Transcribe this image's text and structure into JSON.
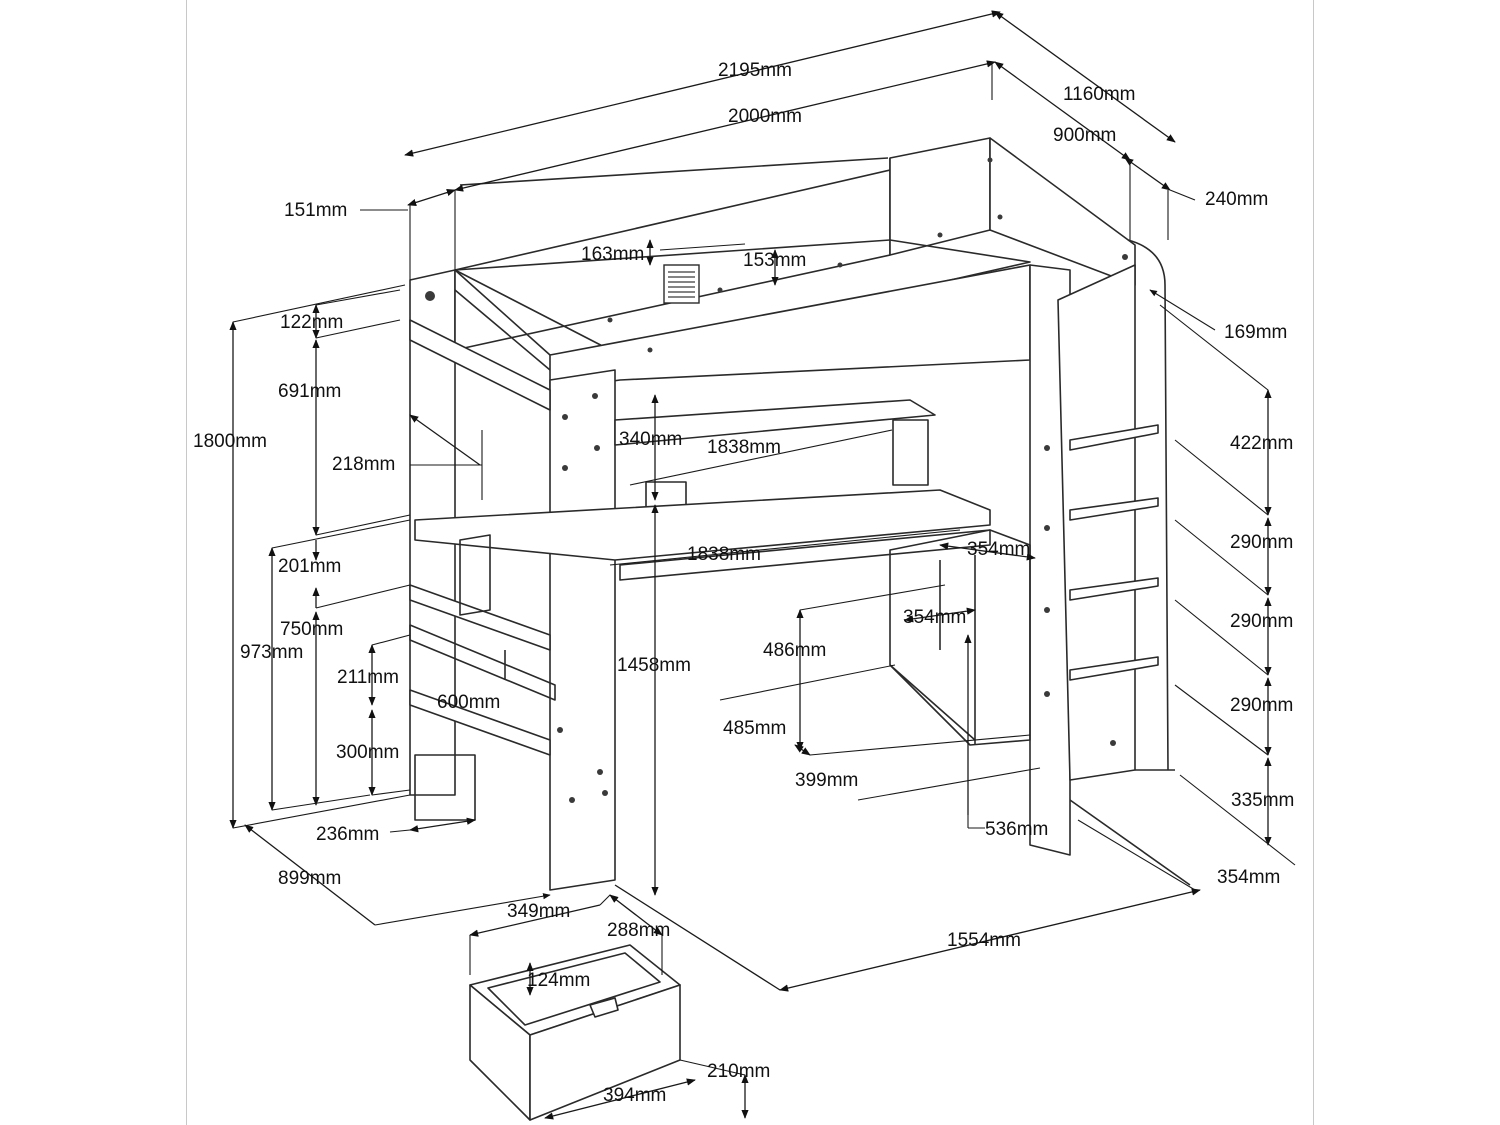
{
  "diagram": {
    "dimensions": {
      "total_length": "2195mm",
      "total_depth": "1160mm",
      "mattress_length": "2000mm",
      "mattress_width": "900mm",
      "ladder_depth": "240mm",
      "post_width": "151mm",
      "guard_gap_a": "163mm",
      "guard_gap_b": "153mm",
      "ladder_top": "169mm",
      "top_rail": "122mm",
      "shelf_gap_top": "691mm",
      "overall_height": "1800mm",
      "shelf_depth": "218mm",
      "upper_shelf_height": "340mm",
      "upper_shelf_length": "1838mm",
      "desk_length": "1838mm",
      "desk_side_a": "354mm",
      "desk_side_b": "354mm",
      "step_top": "422mm",
      "step_1": "290mm",
      "step_2": "290mm",
      "step_3": "290mm",
      "step_bottom": "335mm",
      "ladder_foot": "354mm",
      "shelf_gap_small": "201mm",
      "desk_height": "750mm",
      "low_height": "973mm",
      "drawer_front": "211mm",
      "drawer_depth_side": "600mm",
      "bottom_shelf": "300mm",
      "foot_width": "236mm",
      "side_depth": "899mm",
      "clearance_height": "1458mm",
      "cabinet_height": "486mm",
      "cabinet_width": "485mm",
      "cabinet_depth": "399mm",
      "cabinet_front": "536mm",
      "desk_depth": "1554mm",
      "drawer_width": "349mm",
      "drawer_length": "288mm",
      "drawer_inner": "124mm",
      "drawer_height": "210mm",
      "drawer_base": "394mm"
    }
  }
}
